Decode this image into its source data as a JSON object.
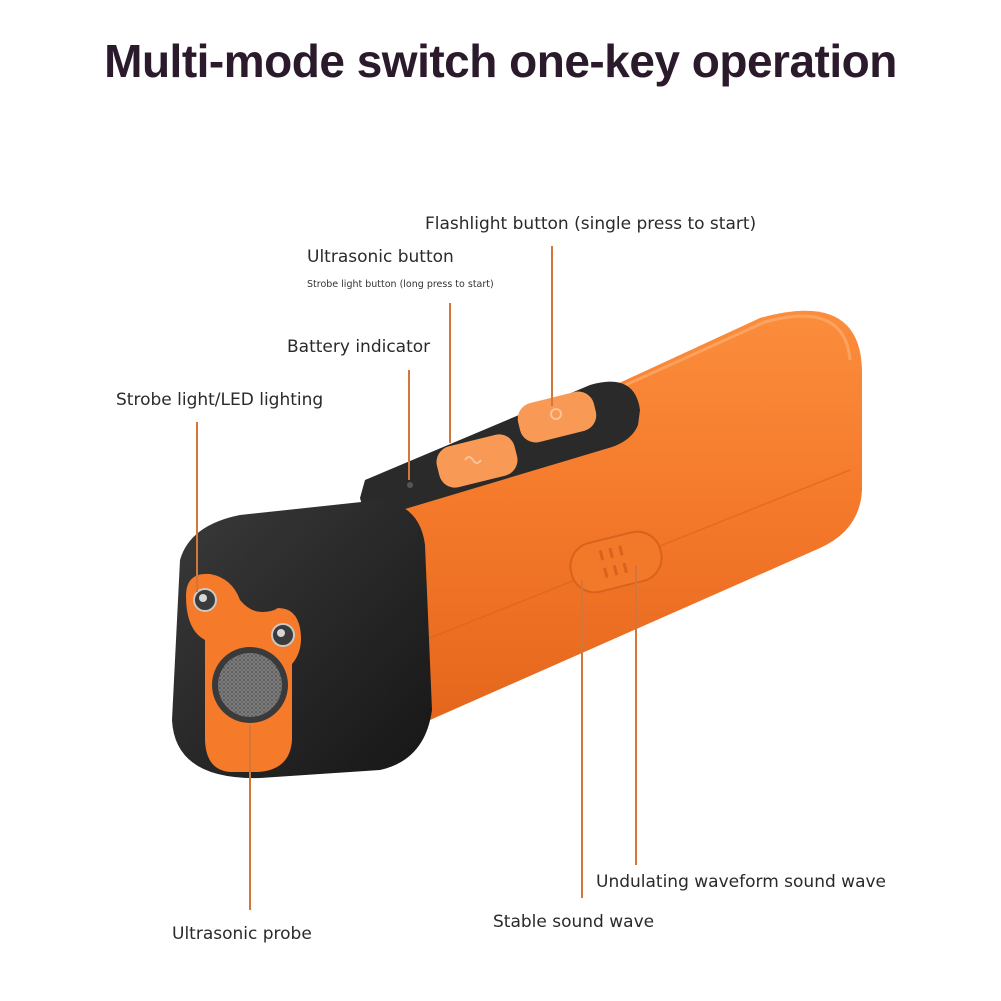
{
  "title": "Multi-mode switch one-key operation",
  "labels": {
    "flashlight_button": "Flashlight button (single press to start)",
    "ultrasonic_button": "Ultrasonic button",
    "strobe_button": "Strobe light button (long press to start)",
    "battery_indicator": "Battery indicator",
    "strobe_led": "Strobe light/LED lighting",
    "undulating_wave": "Undulating waveform sound wave",
    "stable_wave": "Stable sound wave",
    "ultrasonic_probe": "Ultrasonic probe"
  },
  "colors": {
    "body_orange": "#f57a2a",
    "button_orange": "#f89a55",
    "cap_black": "#262626",
    "leader_line": "#d2763a"
  }
}
